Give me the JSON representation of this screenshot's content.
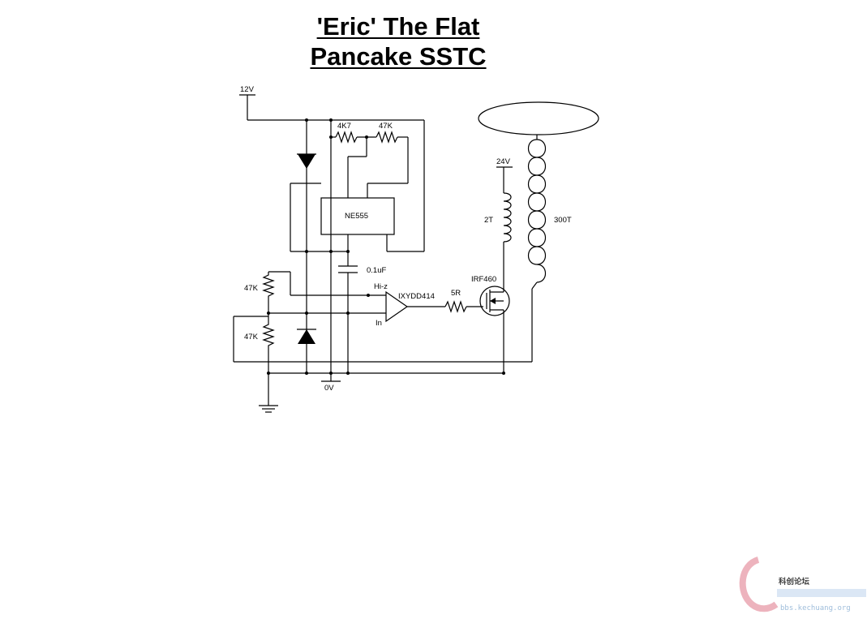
{
  "title": {
    "line1": "'Eric' The Flat ",
    "line2": "Pancake SSTC"
  },
  "labels": {
    "supply_12v": "12V",
    "r_4k7": "4K7",
    "r_47k_timing": "47K",
    "ic_555": "NE555",
    "cap": "0.1uF",
    "hiz": "Hi-z",
    "driver": "IXYDD414",
    "in": "In",
    "r_47k_top": "47K",
    "r_47k_bottom": "47K",
    "ground": "0V",
    "gate_r": "5R",
    "mosfet": "IRF460",
    "supply_24v": "24V",
    "primary": "2T",
    "secondary": "300T"
  },
  "watermark": {
    "logo_text": "科创论坛",
    "url": "bbs.kechuang.org"
  }
}
